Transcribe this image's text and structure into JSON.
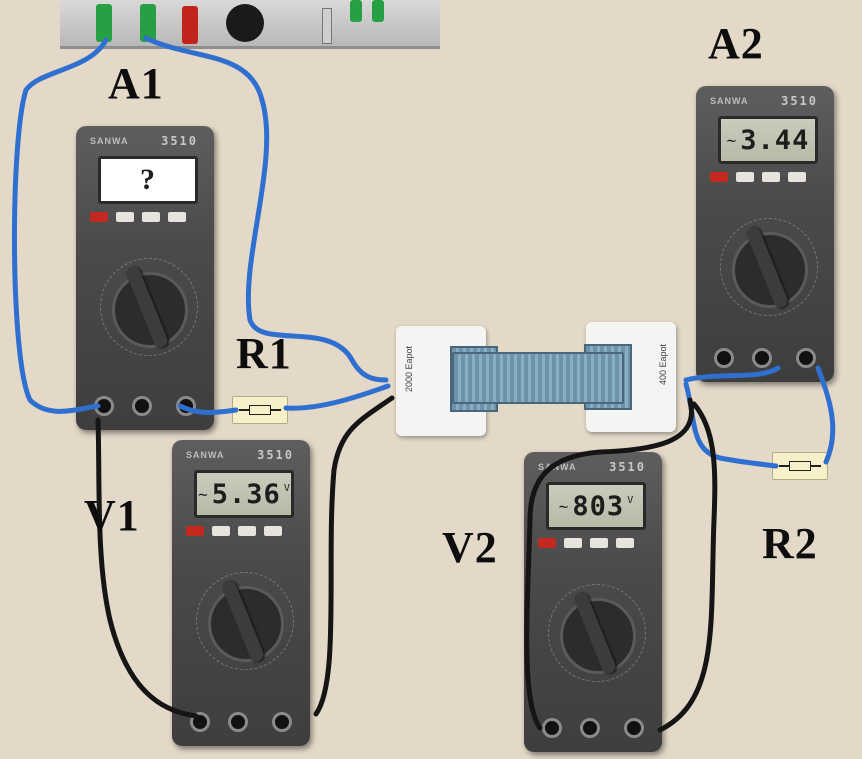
{
  "labels": {
    "ammeter1": "A1",
    "ammeter2": "A2",
    "voltmeter1": "V1",
    "voltmeter2": "V2",
    "resistor1": "R1",
    "resistor2": "R2"
  },
  "meters": {
    "a1": {
      "model": "3510",
      "reading": "?"
    },
    "a2": {
      "model": "3510",
      "reading": "3.44",
      "ac": "~"
    },
    "v1": {
      "model": "3510",
      "reading": "5.36",
      "ac": "~",
      "unit": "V"
    },
    "v2": {
      "model": "3510",
      "reading": "803",
      "ac": "~",
      "unit": "V"
    }
  },
  "transformer": {
    "primary_label": "2000 Eapot",
    "secondary_label": "400 Eapot"
  },
  "colors": {
    "blue_wire": "#2f6fd0",
    "black_wire": "#151515",
    "background": "#e4d9c8"
  }
}
